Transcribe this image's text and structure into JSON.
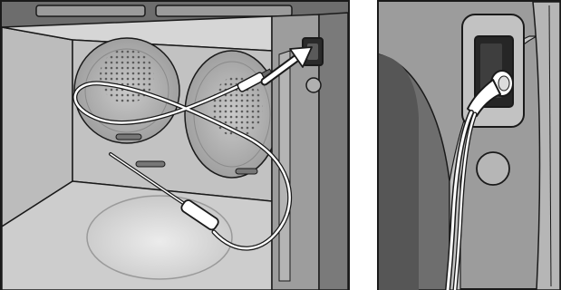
{
  "figure": {
    "left_panel": {
      "subject": "oven-interior-with-meat-probe",
      "arrow_target": "probe-jack"
    },
    "right_panel": {
      "subject": "probe-plug-inserted-in-jack-closeup"
    },
    "colors": {
      "outline": "#1a1a1a",
      "frame": "#7a7a7a",
      "cavity_light": "#d4d4d4",
      "cavity_mid": "#a8a8a8",
      "cavity_dark": "#6e6e6e",
      "probe_cable": "#ffffff"
    }
  }
}
